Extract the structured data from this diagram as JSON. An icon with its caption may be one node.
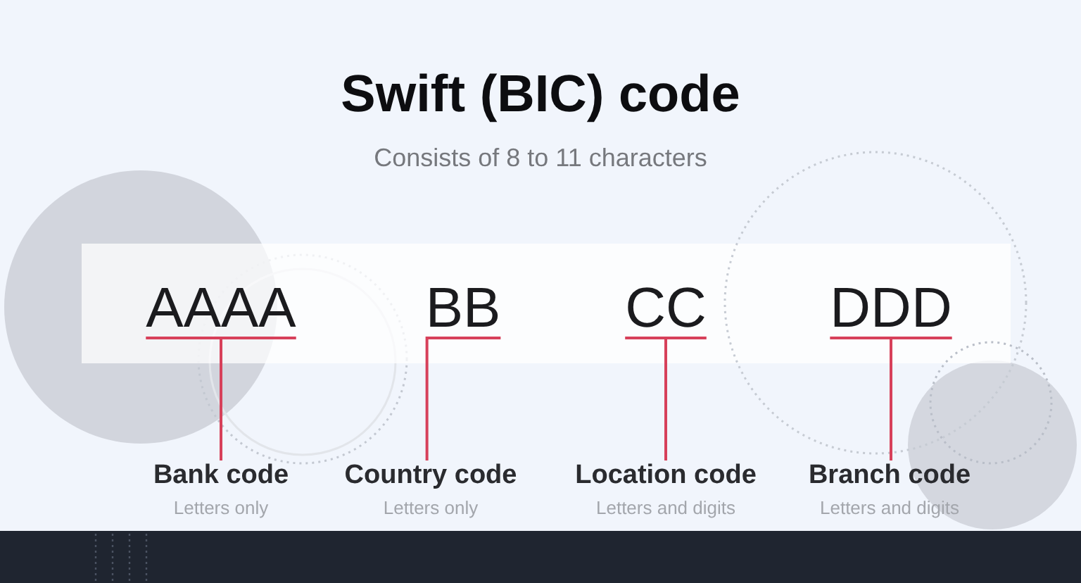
{
  "diagram": {
    "title": "Swift (BIC) code",
    "nodes": [
      {
        "text": [],
        "shape": "box"
      },
      {
        "text": [
          "AAAA"
        ],
        "in": 0
      },
      {
        "text": [
          "BB"
        ],
        "in": 0
      },
      {
        "text": [
          "CC"
        ],
        "in": 0
      },
      {
        "text": [
          "DDD"
        ],
        "in": 0
      },
      {
        "text": [
          "Bank code"
        ],
        "beside": [
          "Letters only"
        ]
      },
      {
        "text": [
          "Country code"
        ],
        "beside": [
          "Letters only"
        ]
      },
      {
        "text": [
          "Location code"
        ],
        "beside": [
          "Letters and digits"
        ]
      },
      {
        "text": [
          "Branch code"
        ],
        "beside": [
          "Letters and digits"
        ]
      }
    ],
    "edges": [
      {
        "from": 1,
        "to": 5,
        "arrow": "none"
      },
      {
        "from": 2,
        "to": 6,
        "arrow": "none"
      },
      {
        "from": 3,
        "to": 7,
        "arrow": "none"
      },
      {
        "from": 4,
        "to": 8,
        "arrow": "none"
      }
    ],
    "labels": [
      "Consists of 8 to 11 characters"
    ]
  }
}
